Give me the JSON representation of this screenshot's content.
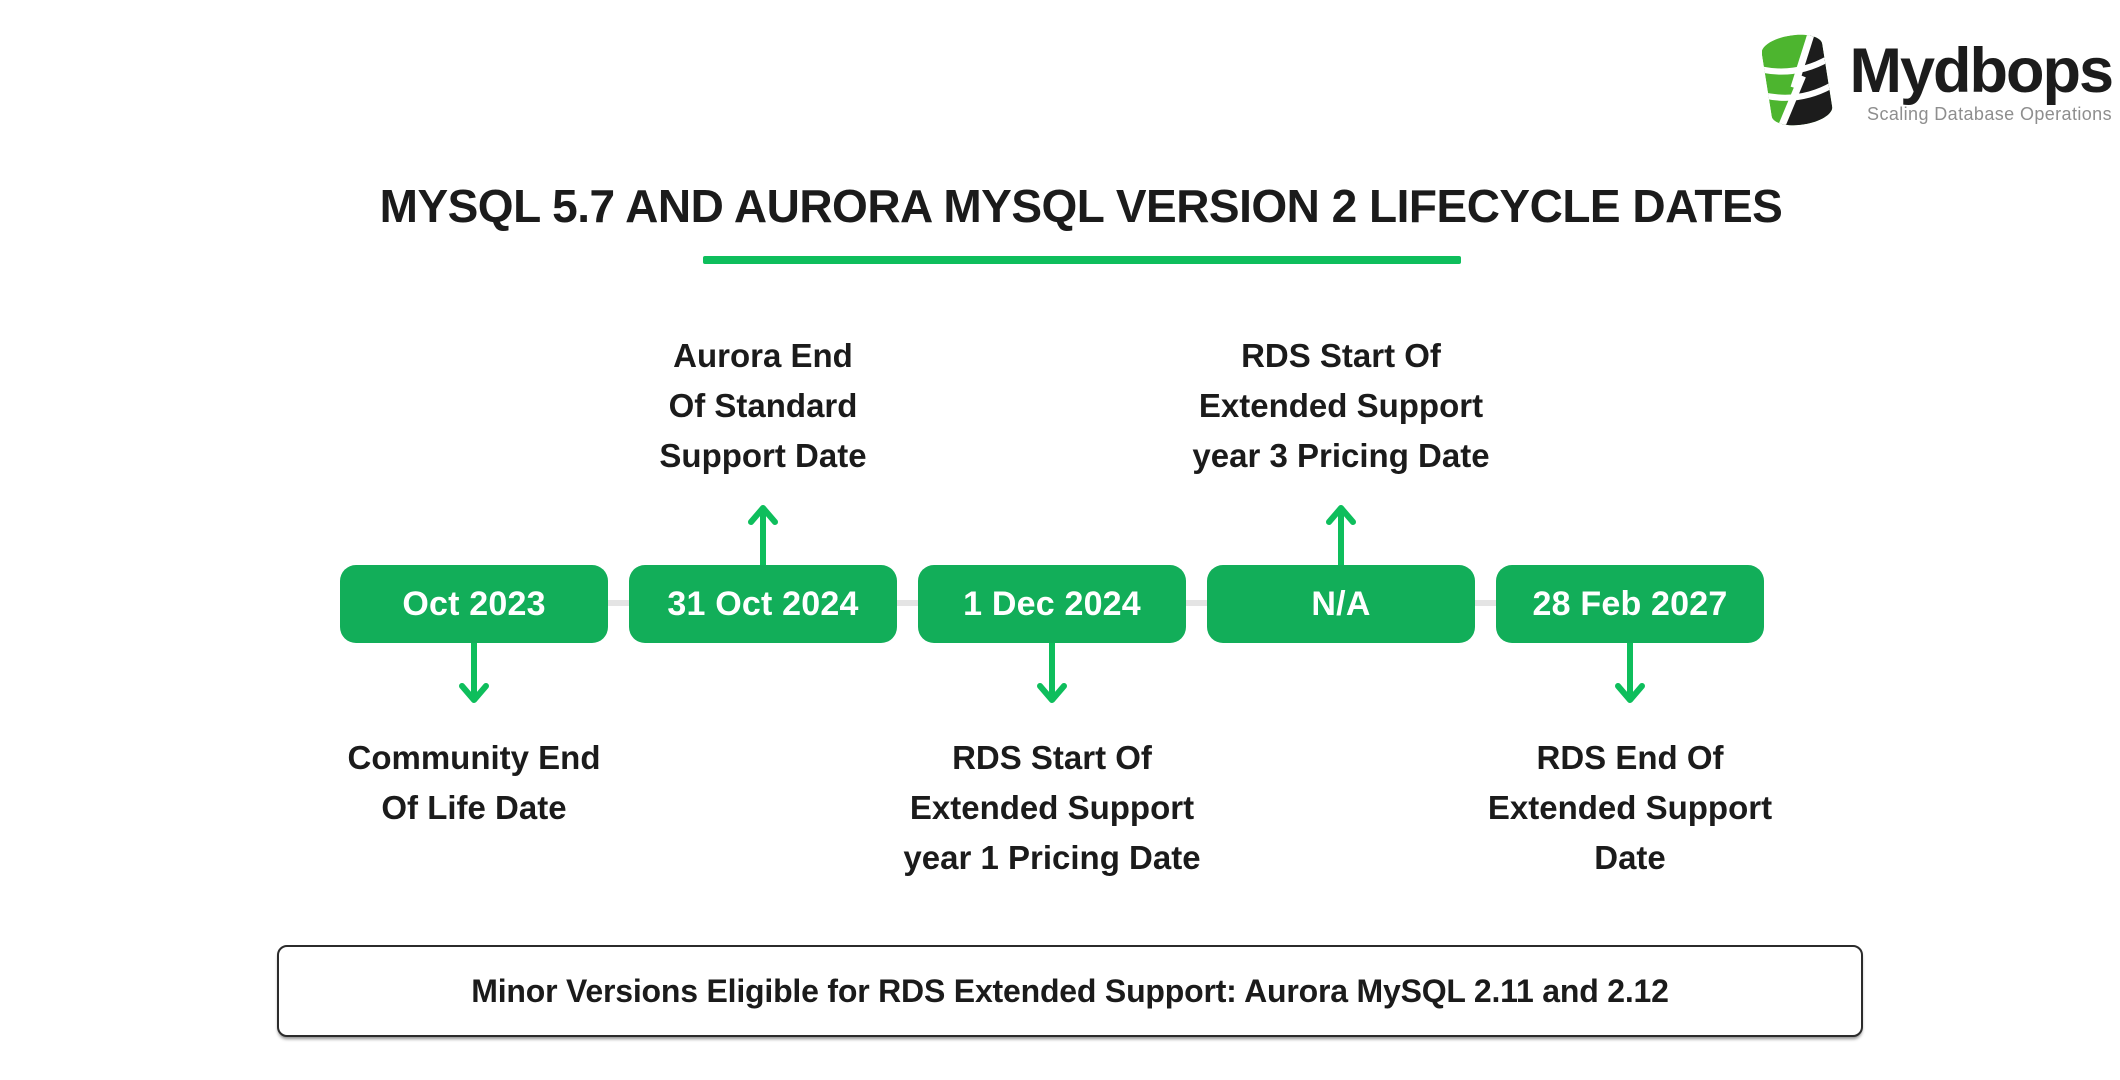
{
  "brand": {
    "name": "Mydbops",
    "tagline": "Scaling Database Operations"
  },
  "title": "MYSQL 5.7 AND AURORA MYSQL VERSION 2 LIFECYCLE DATES",
  "note": {
    "text": "Minor Versions Eligible for RDS Extended Support: Aurora MySQL 2.11 and 2.12"
  },
  "colors": {
    "box_green": "#12AE59",
    "arrow_green": "#0EBE5C",
    "underline_green": "#0EBE5C",
    "logo_green": "#4DB52F",
    "logo_black": "#1C1C1C",
    "connector_gray": "#E4E4E4",
    "text_dark": "#1B1B1B",
    "tagline_gray": "#8E8E8E",
    "note_border": "#2B2B2B"
  },
  "timeline": {
    "milestones": [
      {
        "date": "Oct 2023",
        "label_position": "below",
        "label_lines": [
          "Community End",
          "Of Life Date"
        ]
      },
      {
        "date": "31 Oct 2024",
        "label_position": "above",
        "label_lines": [
          "Aurora End",
          "Of Standard",
          "Support Date"
        ]
      },
      {
        "date": "1 Dec 2024",
        "label_position": "below",
        "label_lines": [
          "RDS Start Of",
          "Extended Support",
          "year 1 Pricing Date"
        ]
      },
      {
        "date": "N/A",
        "label_position": "above",
        "label_lines": [
          "RDS Start Of",
          "Extended Support",
          "year 3 Pricing Date"
        ]
      },
      {
        "date": "28 Feb 2027",
        "label_position": "below",
        "label_lines": [
          "RDS End Of",
          "Extended Support",
          "Date"
        ]
      }
    ]
  }
}
